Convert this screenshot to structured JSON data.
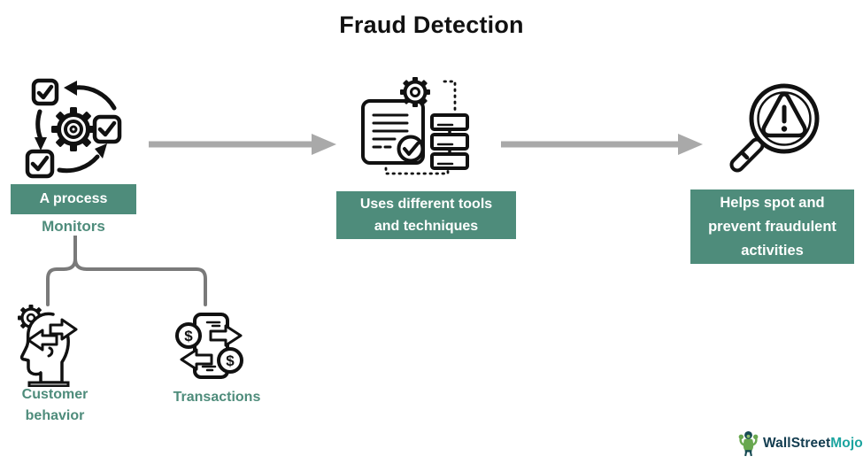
{
  "title": "Fraud Detection",
  "colors": {
    "box_teal": "#4E8C7B",
    "teal_text": "#4E8C7B",
    "arrow_gray": "#A9A9A9",
    "bracket_gray": "#7A7A7A",
    "icon_stroke": "#111111",
    "logo_dark": "#123C4F",
    "logo_teal": "#1CA49F",
    "mascot_green": "#69A84F"
  },
  "steps": [
    {
      "icon": "process-cycle-icon",
      "label": "A process"
    },
    {
      "icon": "tools-techniques-icon",
      "label": "Uses different tools and techniques"
    },
    {
      "icon": "magnifier-warning-icon",
      "label": "Helps spot and prevent fraudulent activities"
    }
  ],
  "monitors": {
    "label": "Monitors",
    "children": [
      {
        "icon": "customer-behavior-icon",
        "label": "Customer behavior"
      },
      {
        "icon": "transactions-icon",
        "label": "Transactions"
      }
    ]
  },
  "symbols": {
    "dollar": "$"
  },
  "logo": {
    "icon": "wallstreetmojo-mascot",
    "text_primary": "WallStreet",
    "text_accent": "Mojo"
  }
}
